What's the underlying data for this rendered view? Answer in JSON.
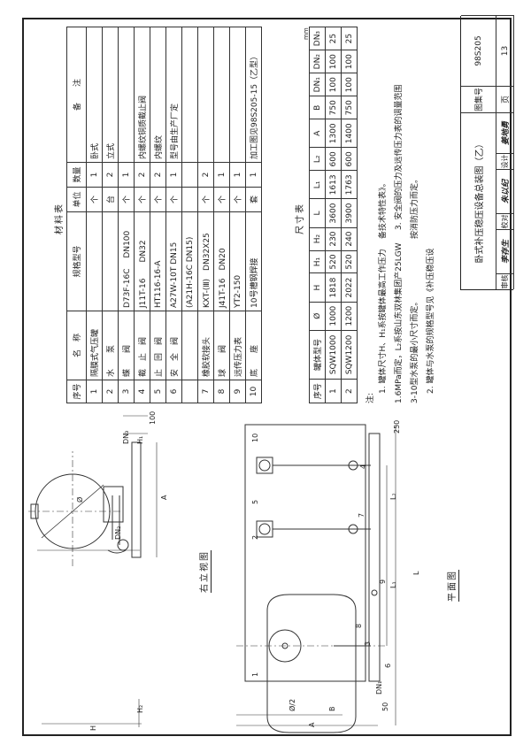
{
  "sheet": {
    "orientation": "rotated-90-ccw"
  },
  "material_table": {
    "caption": "材料表",
    "headers": [
      "序号",
      "名　称",
      "规格型号",
      "单位",
      "数量",
      "备　　注"
    ],
    "rows": [
      {
        "no": "1",
        "name": "隔膜式气压罐",
        "spec": "",
        "unit": "个",
        "qty": "1",
        "note": "卧式"
      },
      {
        "no": "2",
        "name": "水　　泵",
        "spec": "",
        "unit": "台",
        "qty": "2",
        "note": "立式"
      },
      {
        "no": "3",
        "name": "蝶　　阀",
        "spec": "D73F-16C　 DN100",
        "unit": "个",
        "qty": "1",
        "note": ""
      },
      {
        "no": "4",
        "name": "截　止　阀",
        "spec": "J11T-16　　DN32",
        "unit": "个",
        "qty": "2",
        "note": "内螺纹铜质截止阀"
      },
      {
        "no": "5",
        "name": "止　回　阀",
        "spec": "HT116-16-A",
        "unit": "个",
        "qty": "2",
        "note": "内螺纹"
      },
      {
        "no": "6",
        "name": "安　全　阀",
        "spec": "A27W-10T DN15",
        "spec2": "(A21H-16C DN15)",
        "unit": "个",
        "qty": "1",
        "note": "型号由生产厂定"
      },
      {
        "no": "7",
        "name": "橡胶软接头",
        "spec": "KXT-(Ⅲ)　DN32X25",
        "unit": "个",
        "qty": "2",
        "note": ""
      },
      {
        "no": "8",
        "name": "球　　阀",
        "spec": "J41T-16　DN20",
        "unit": "个",
        "qty": "1",
        "note": ""
      },
      {
        "no": "9",
        "name": "远传压力表",
        "spec": "YT2-150",
        "unit": "个",
        "qty": "1",
        "note": ""
      },
      {
        "no": "10",
        "name": "底　　座",
        "spec": "10号槽钢焊接",
        "unit": "套",
        "qty": "1",
        "note": "加工图见98S205-15（乙型）"
      }
    ]
  },
  "dimension_table": {
    "caption": "尺寸表",
    "unit": "mm",
    "headers": [
      "序号",
      "罐体型号",
      "Ø",
      "H",
      "H₁",
      "H₂",
      "L",
      "L₁",
      "L₂",
      "A",
      "B",
      "DN₁",
      "DN₂",
      "DN₃"
    ],
    "rows": [
      [
        "1",
        "SQW1000",
        "1000",
        "1818",
        "520",
        "230",
        "3600",
        "1613",
        "600",
        "1300",
        "750",
        "100",
        "100",
        "25"
      ],
      [
        "2",
        "SQW1200",
        "1200",
        "2022",
        "520",
        "240",
        "3900",
        "1763",
        "600",
        "1400",
        "750",
        "100",
        "100",
        "25"
      ]
    ]
  },
  "notes": {
    "heading": "注:",
    "lines": [
      "1. 罐体尺寸H、H₁系按罐体最高工作压力",
      "1.6MPa而定，L₂系按山东双林集团产25LGW",
      "3-10型水泵的最小尺寸而定。",
      "2. 罐体与水泵的规格型号见《补压稳压设"
    ],
    "lines_cont": [
      "备技术特性表》。",
      "3. 安全阀的压力及远传压力表的调量范围",
      "按消防压力而定。"
    ]
  },
  "views": {
    "plan_view_label": "平面图",
    "side_view_label": "右立视图",
    "part_callouts": [
      "1",
      "2",
      "3",
      "4",
      "5",
      "6",
      "7",
      "8",
      "9",
      "10"
    ],
    "dimension_labels": {
      "H": "H",
      "H1": "H₁",
      "H2": "H₂",
      "A": "A",
      "B": "B",
      "L": "L",
      "L1": "L₁",
      "L2": "L₂",
      "DN1": "DN₁",
      "DN2": "DN₂",
      "DN3": "DN₃",
      "d_half": "Ø/2",
      "d": "Ø",
      "v100": "100",
      "v50": "50",
      "v250": "250"
    }
  },
  "title_block": {
    "title": "卧式补压稳压设备总装图（乙）",
    "atlas_label": "图集号",
    "atlas_no": "98S205",
    "page_label": "页",
    "page_no": "13",
    "review_label": "审核",
    "review_sig": "李存生",
    "check_label": "校对",
    "check_sig": "朱以纪",
    "design_label": "设计",
    "design_sig": "姜地勇"
  }
}
